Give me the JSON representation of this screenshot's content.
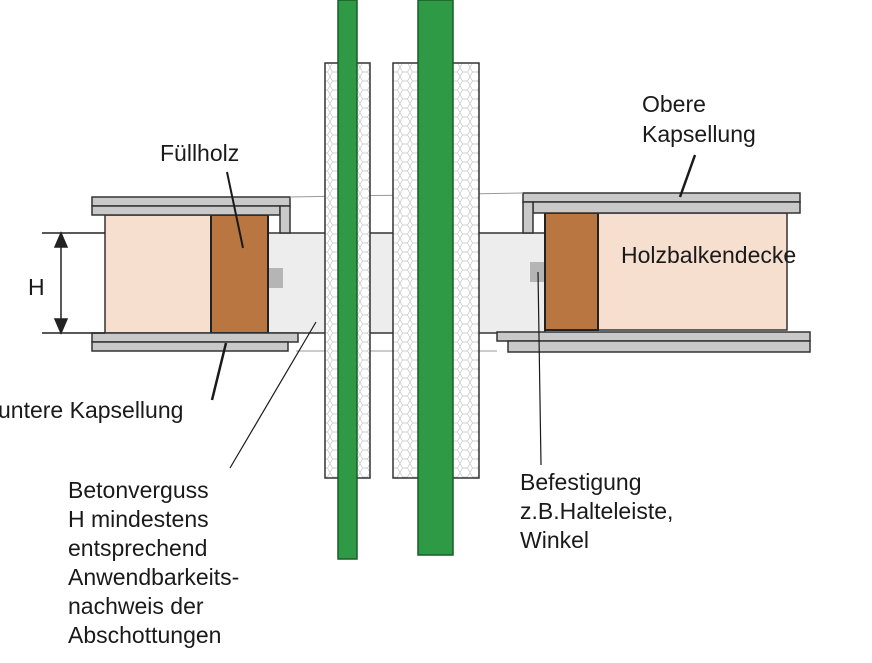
{
  "labels": {
    "fuellholz": "Füllholz",
    "obere_l1": "Obere",
    "obere_l2": "Kapsellung",
    "holzbalkendecke": "Holzbalkendecke",
    "h": "H",
    "untere": "untere Kapsellung",
    "beton_l1": "Betonverguss",
    "beton_l2": "H mindestens",
    "beton_l3": "entsprechend",
    "beton_l4": "Anwendbarkeits-",
    "beton_l5": "nachweis der",
    "beton_l6": "Abschottungen",
    "befest_l1": "Befestigung",
    "befest_l2": "z.B.Halteleiste,",
    "befest_l3": "Winkel"
  },
  "colors": {
    "pipe": "#2e9a45",
    "timber_fill": "#f6dfcf",
    "fill_wood": "#b97640",
    "concrete": "#ededed",
    "cladding": "#c9c9c9",
    "insulation": "#ffffff",
    "outline": "#222222"
  }
}
